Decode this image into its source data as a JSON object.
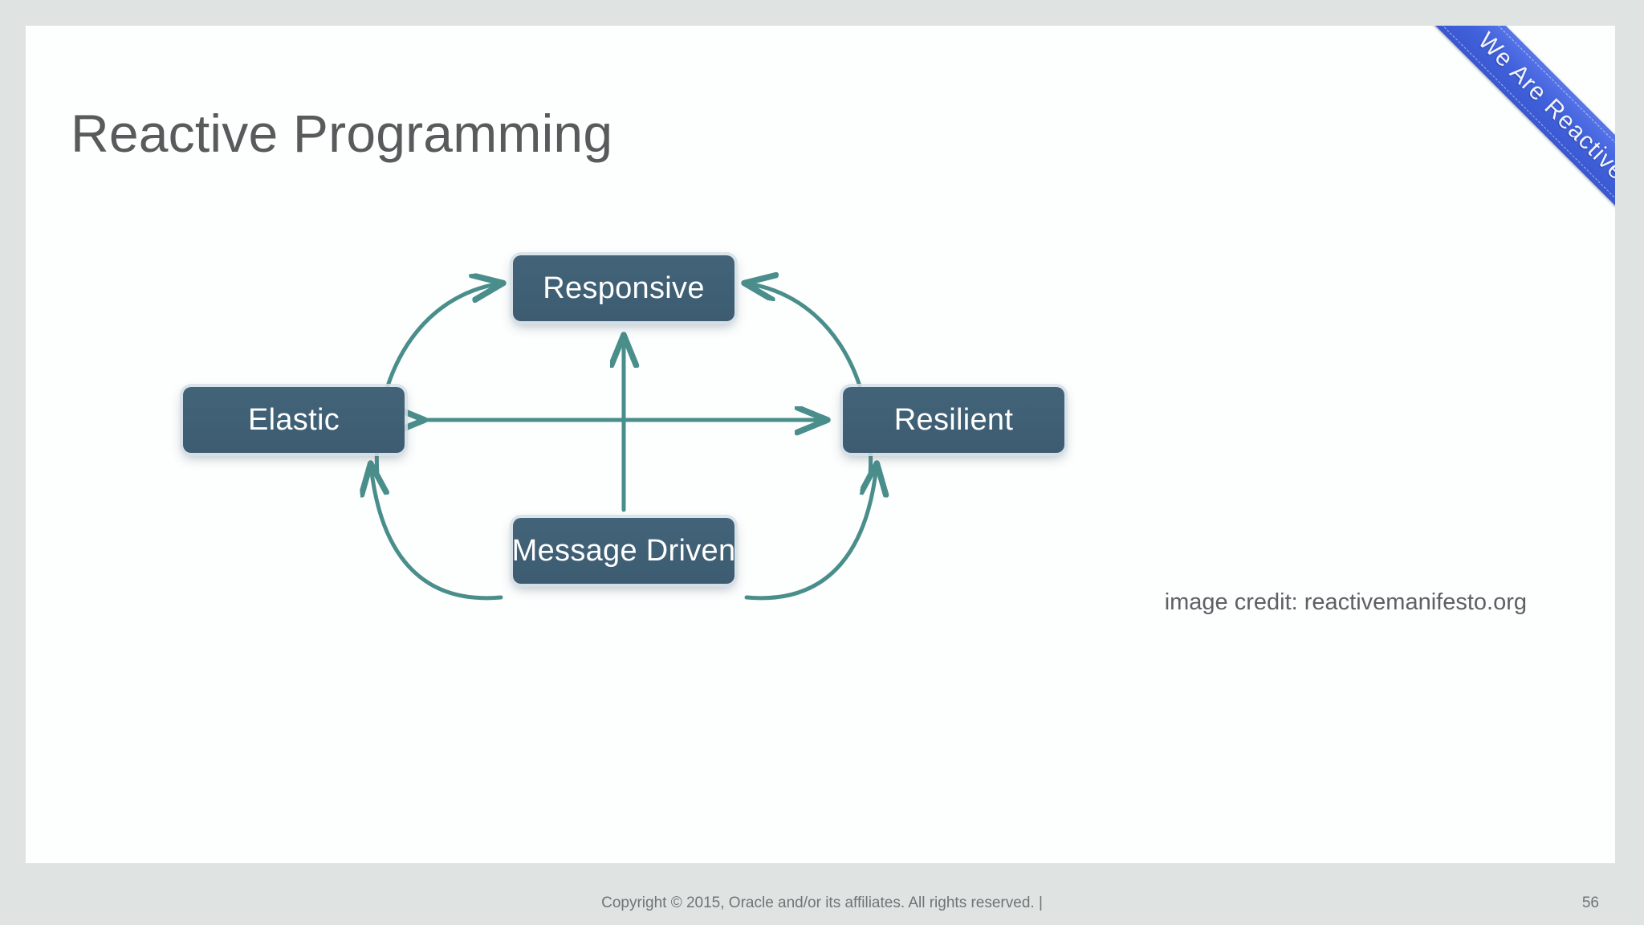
{
  "slide": {
    "title": "Reactive Programming",
    "image_credit": "image credit: reactivemanifesto.org"
  },
  "ribbon": {
    "text": "We Are Reactive",
    "color": "#4162dd",
    "text_color": "#f2f4ff"
  },
  "diagram": {
    "node_fill": "#3d5c72",
    "node_text_color": "#ffffff",
    "arrow_color": "#4a8e8b",
    "nodes": [
      {
        "id": "responsive",
        "label": "Responsive"
      },
      {
        "id": "elastic",
        "label": "Elastic"
      },
      {
        "id": "resilient",
        "label": "Resilient"
      },
      {
        "id": "message-driven",
        "label": "Message Driven"
      }
    ],
    "connections": [
      {
        "from": "Elastic",
        "to": "Responsive",
        "style": "curved",
        "arrows": "one-way"
      },
      {
        "from": "Resilient",
        "to": "Responsive",
        "style": "curved",
        "arrows": "one-way"
      },
      {
        "from": "Message Driven",
        "to": "Elastic",
        "style": "curved",
        "arrows": "one-way"
      },
      {
        "from": "Message Driven",
        "to": "Resilient",
        "style": "curved",
        "arrows": "one-way"
      },
      {
        "from": "Message Driven",
        "to": "Responsive",
        "style": "straight",
        "arrows": "one-way"
      },
      {
        "from": "Elastic",
        "to": "Resilient",
        "style": "straight",
        "arrows": "two-way"
      }
    ]
  },
  "footer": {
    "copyright": "Copyright © 2015, Oracle and/or its affiliates. All rights reserved.  |",
    "page_number": "56"
  }
}
